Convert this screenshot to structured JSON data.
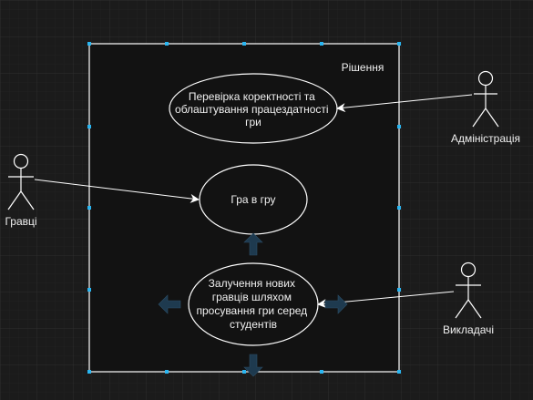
{
  "diagram": {
    "system_label": "Рішення",
    "use_cases": [
      {
        "lines": [
          "Перевірка коректності та",
          "облаштування працездатності",
          "гри"
        ]
      },
      {
        "lines": [
          "Гра в гру"
        ]
      },
      {
        "lines": [
          "Залучення нових",
          "гравців шляхом",
          "просування гри серед",
          "студентів"
        ]
      }
    ],
    "actors": [
      {
        "label": "Адміністрація"
      },
      {
        "label": "Гравці"
      },
      {
        "label": "Викладачі"
      }
    ]
  },
  "colors": {
    "background": "#1b1b1b",
    "grid": "#2a2a2a",
    "line": "#ffffff",
    "system_fill": "#121212",
    "selection_handle": "#29b6f2",
    "hover_arrow": "#1e3a4f"
  }
}
